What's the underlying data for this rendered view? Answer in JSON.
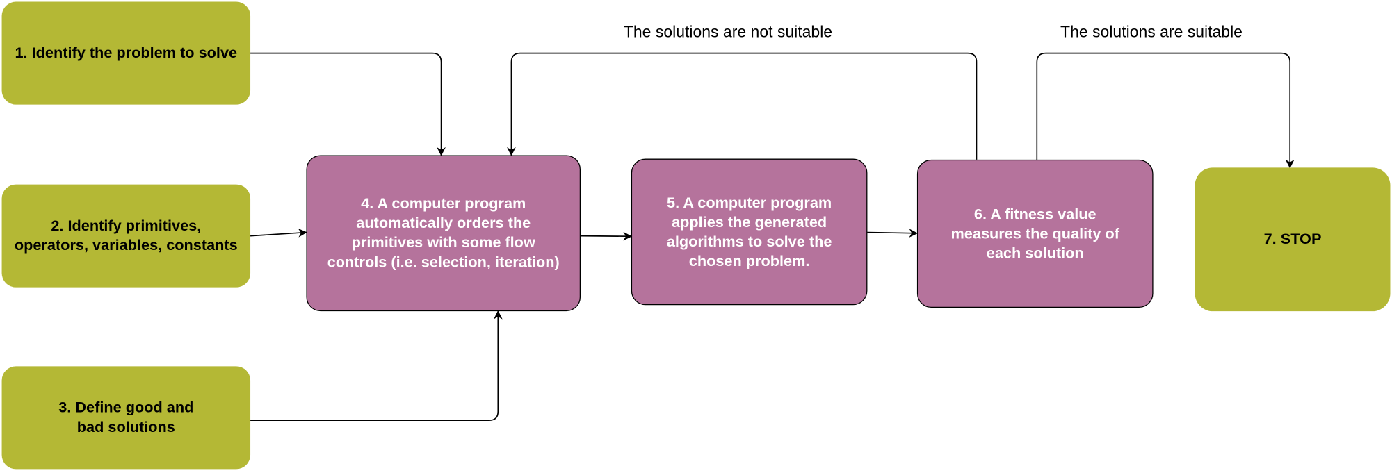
{
  "nodes": {
    "n1": "1. Identify the problem to solve",
    "n2": "2. Identify primitives, operators, variables, constants",
    "n3": "3. Define good and bad solutions",
    "n4": "4. A computer program automatically orders the primitives with some flow controls (i.e. selection, iteration)",
    "n5": "5. A computer program applies the generated algorithms to solve the chosen problem.",
    "n6": "6. A fitness value measures the quality of each solution",
    "n7": "7. STOP"
  },
  "edge_labels": {
    "not_suitable": "The solutions are not suitable",
    "suitable": "The solutions are suitable"
  },
  "colors": {
    "input": "#b4b835",
    "process": "#b5739c"
  }
}
